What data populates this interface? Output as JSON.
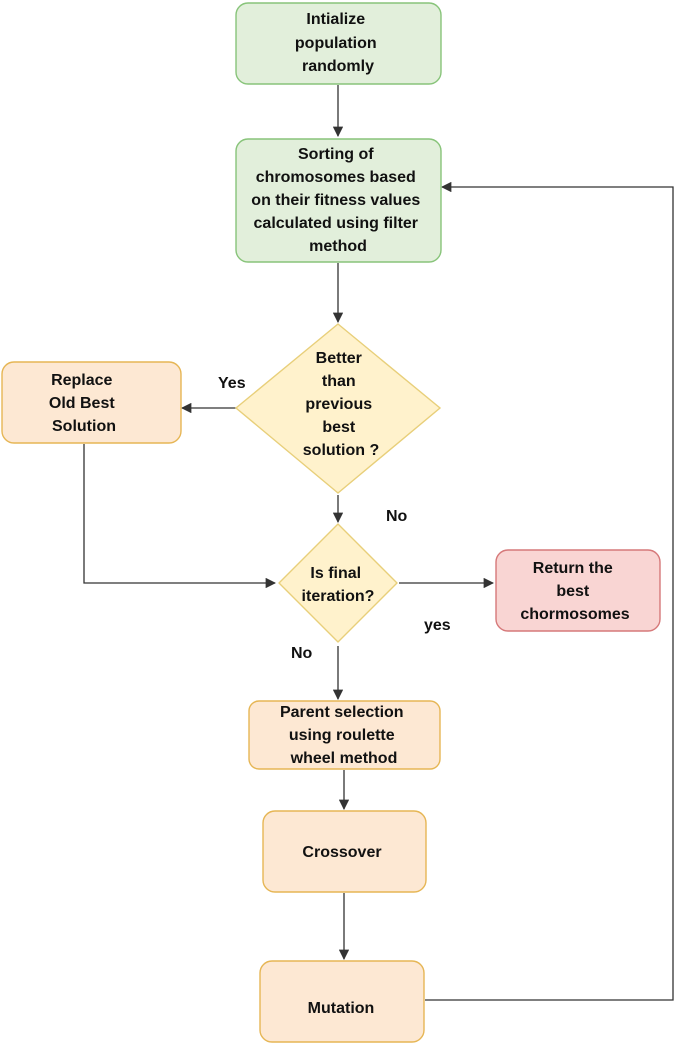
{
  "colors": {
    "green_fill": "#e2efdb",
    "green_stroke": "#88c47a",
    "orange_fill": "#fde8d3",
    "orange_stroke": "#e6b655",
    "diamond_fill": "#fff2cc",
    "diamond_stroke": "#e8cf7a",
    "red_fill": "#f9d5d3",
    "red_stroke": "#d6797a",
    "edge": "#333333"
  },
  "nodes": {
    "init": [
      "Intialize",
      "population",
      "randomly"
    ],
    "sort": [
      "Sorting of",
      "chromosomes based",
      "on their fitness values",
      "calculated using filter",
      "method"
    ],
    "better": [
      "Better",
      "than",
      "previous",
      "best",
      "solution ?"
    ],
    "replace": [
      "Replace",
      "Old Best",
      "Solution"
    ],
    "final": [
      "Is final",
      "iteration?"
    ],
    "return": [
      "Return the",
      "best",
      "chormosomes"
    ],
    "parent": [
      "Parent selection",
      "using roulette",
      "wheel method"
    ],
    "crossover": [
      "Crossover"
    ],
    "mutation": [
      "Mutation"
    ]
  },
  "edge_labels": {
    "yes_replace": "Yes",
    "no_better": "No",
    "yes_final": "yes",
    "no_final": "No"
  }
}
